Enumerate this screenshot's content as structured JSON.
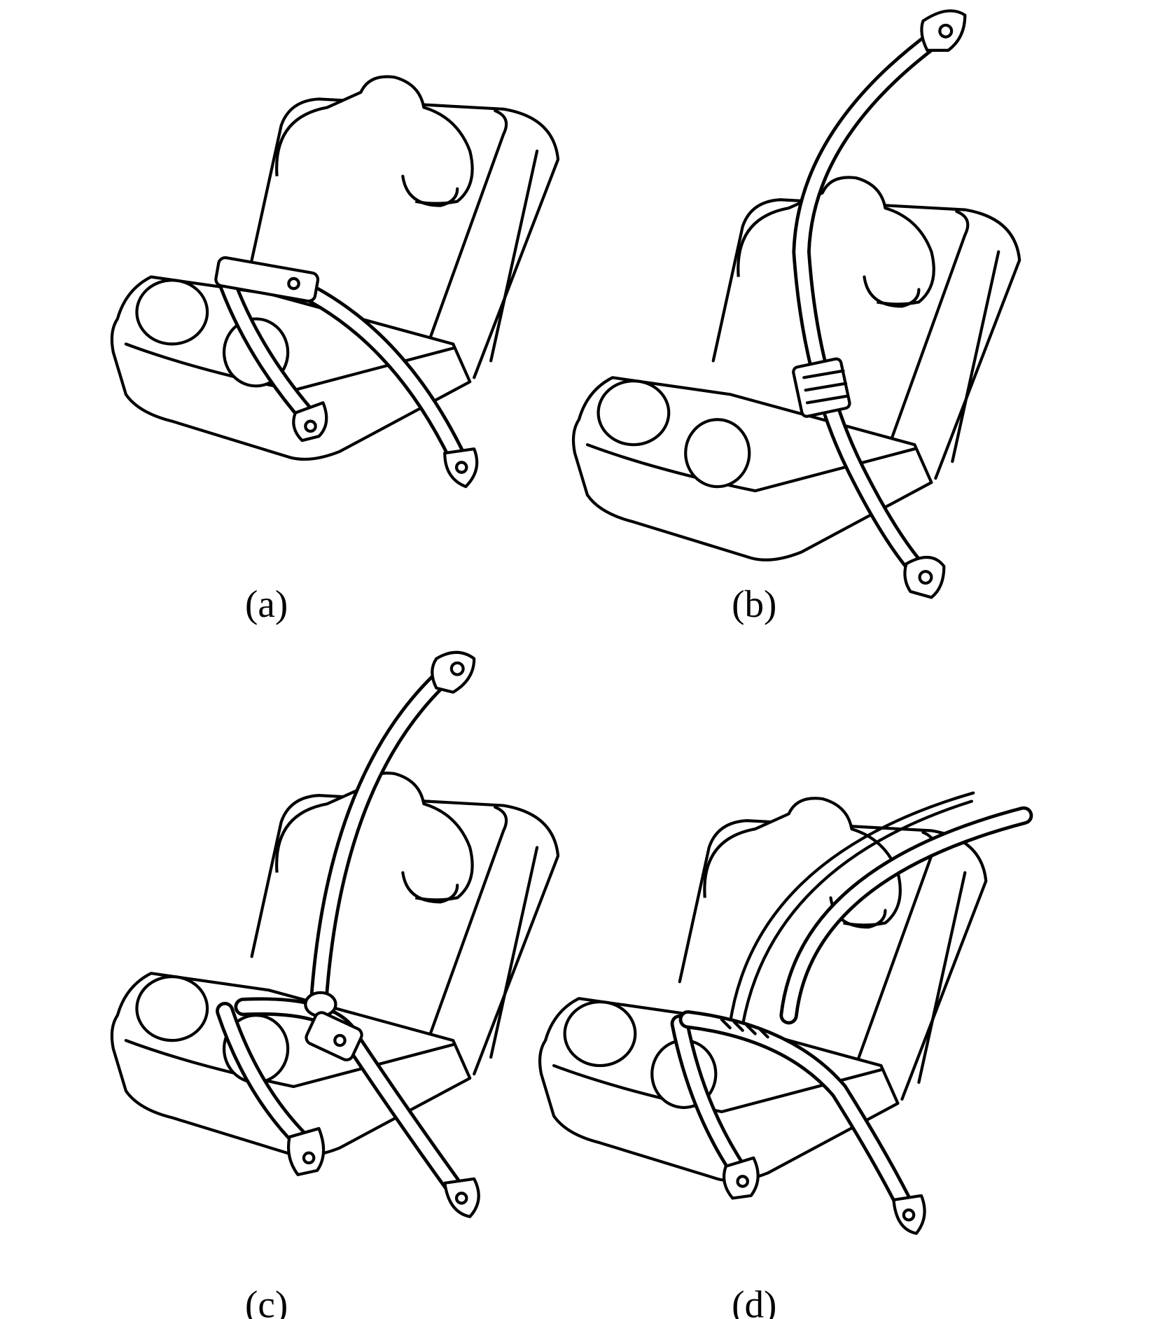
{
  "figure": {
    "panels": [
      {
        "label": "(a)"
      },
      {
        "label": "(b)"
      },
      {
        "label": "(c)"
      },
      {
        "label": "(d)"
      }
    ],
    "ink_color": "#000000",
    "background_color": "#ffffff"
  }
}
